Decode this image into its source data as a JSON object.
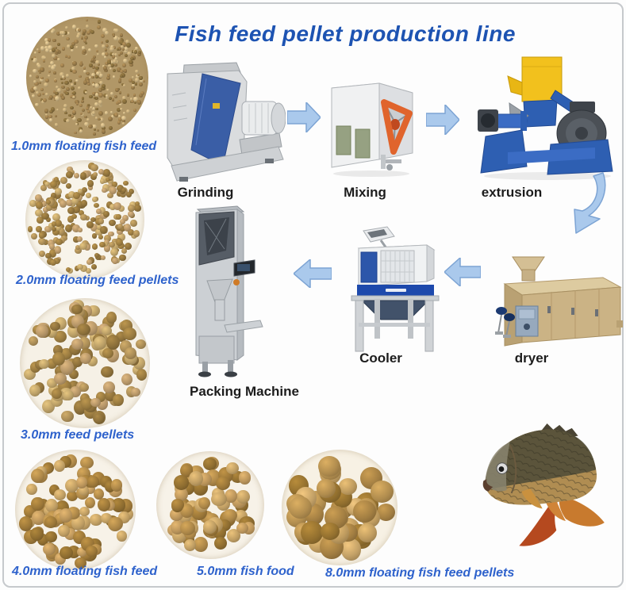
{
  "title": {
    "text": "Fish feed pellet production line"
  },
  "pellet_circles": [
    {
      "size_mm": "1.0",
      "label": "1.0mm floating fish feed"
    },
    {
      "size_mm": "2.0",
      "label": "2.0mm floating feed pellets"
    },
    {
      "size_mm": "3.0",
      "label": "3.0mm feed pellets"
    },
    {
      "size_mm": "4.0",
      "label": "4.0mm floating fish feed"
    },
    {
      "size_mm": "5.0",
      "label": "5.0mm fish food"
    },
    {
      "size_mm": "8.0",
      "label": "8.0mm floating fish feed pellets"
    }
  ],
  "machines": [
    {
      "id": "grinding",
      "label": "Grinding"
    },
    {
      "id": "mixing",
      "label": "Mixing"
    },
    {
      "id": "extrusion",
      "label": "extrusion"
    },
    {
      "id": "dryer",
      "label": "dryer"
    },
    {
      "id": "cooler",
      "label": "Cooler"
    },
    {
      "id": "packing",
      "label": "Packing Machine"
    }
  ],
  "flow_order": [
    "Grinding",
    "Mixing",
    "extrusion",
    "dryer",
    "Cooler",
    "Packing Machine"
  ],
  "icons": {
    "flow_arrow_right": "block-arrow-right",
    "flow_arrow_left": "block-arrow-left",
    "flow_arrow_curved": "curved-block-arrow-down",
    "fish": "carp-fish-photo"
  },
  "colors": {
    "title_blue": "#1d53b2",
    "label_blue": "#2e62cc",
    "arrow_fill": "#aac9ec",
    "arrow_stroke": "#7da4d4",
    "pellet_tan": "#b09264",
    "machine_blue": "#3a5ea6",
    "mixer_orange": "#e0642c",
    "extruder_yellow": "#f2c11d",
    "dryer_tan": "#cbb385",
    "cooler_blue": "#1d49ac"
  }
}
